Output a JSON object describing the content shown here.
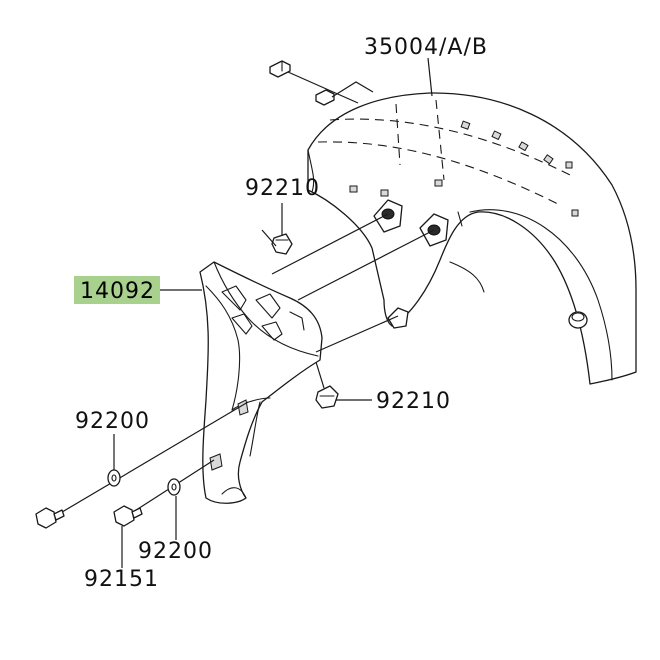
{
  "callouts": {
    "rear_fender": "35004/A/B",
    "clip_upper": "92210",
    "cover": "14092",
    "clip_lower": "92210",
    "washer_left": "92200",
    "washer_right": "92200",
    "bolt": "92151"
  },
  "colors": {
    "highlight": "#a9d18e",
    "line": "#1a1a1a",
    "background": "#ffffff"
  },
  "icons": {
    "bolt": "bolt-icon",
    "washer": "washer-icon",
    "clip_nut": "clip-nut-icon"
  }
}
